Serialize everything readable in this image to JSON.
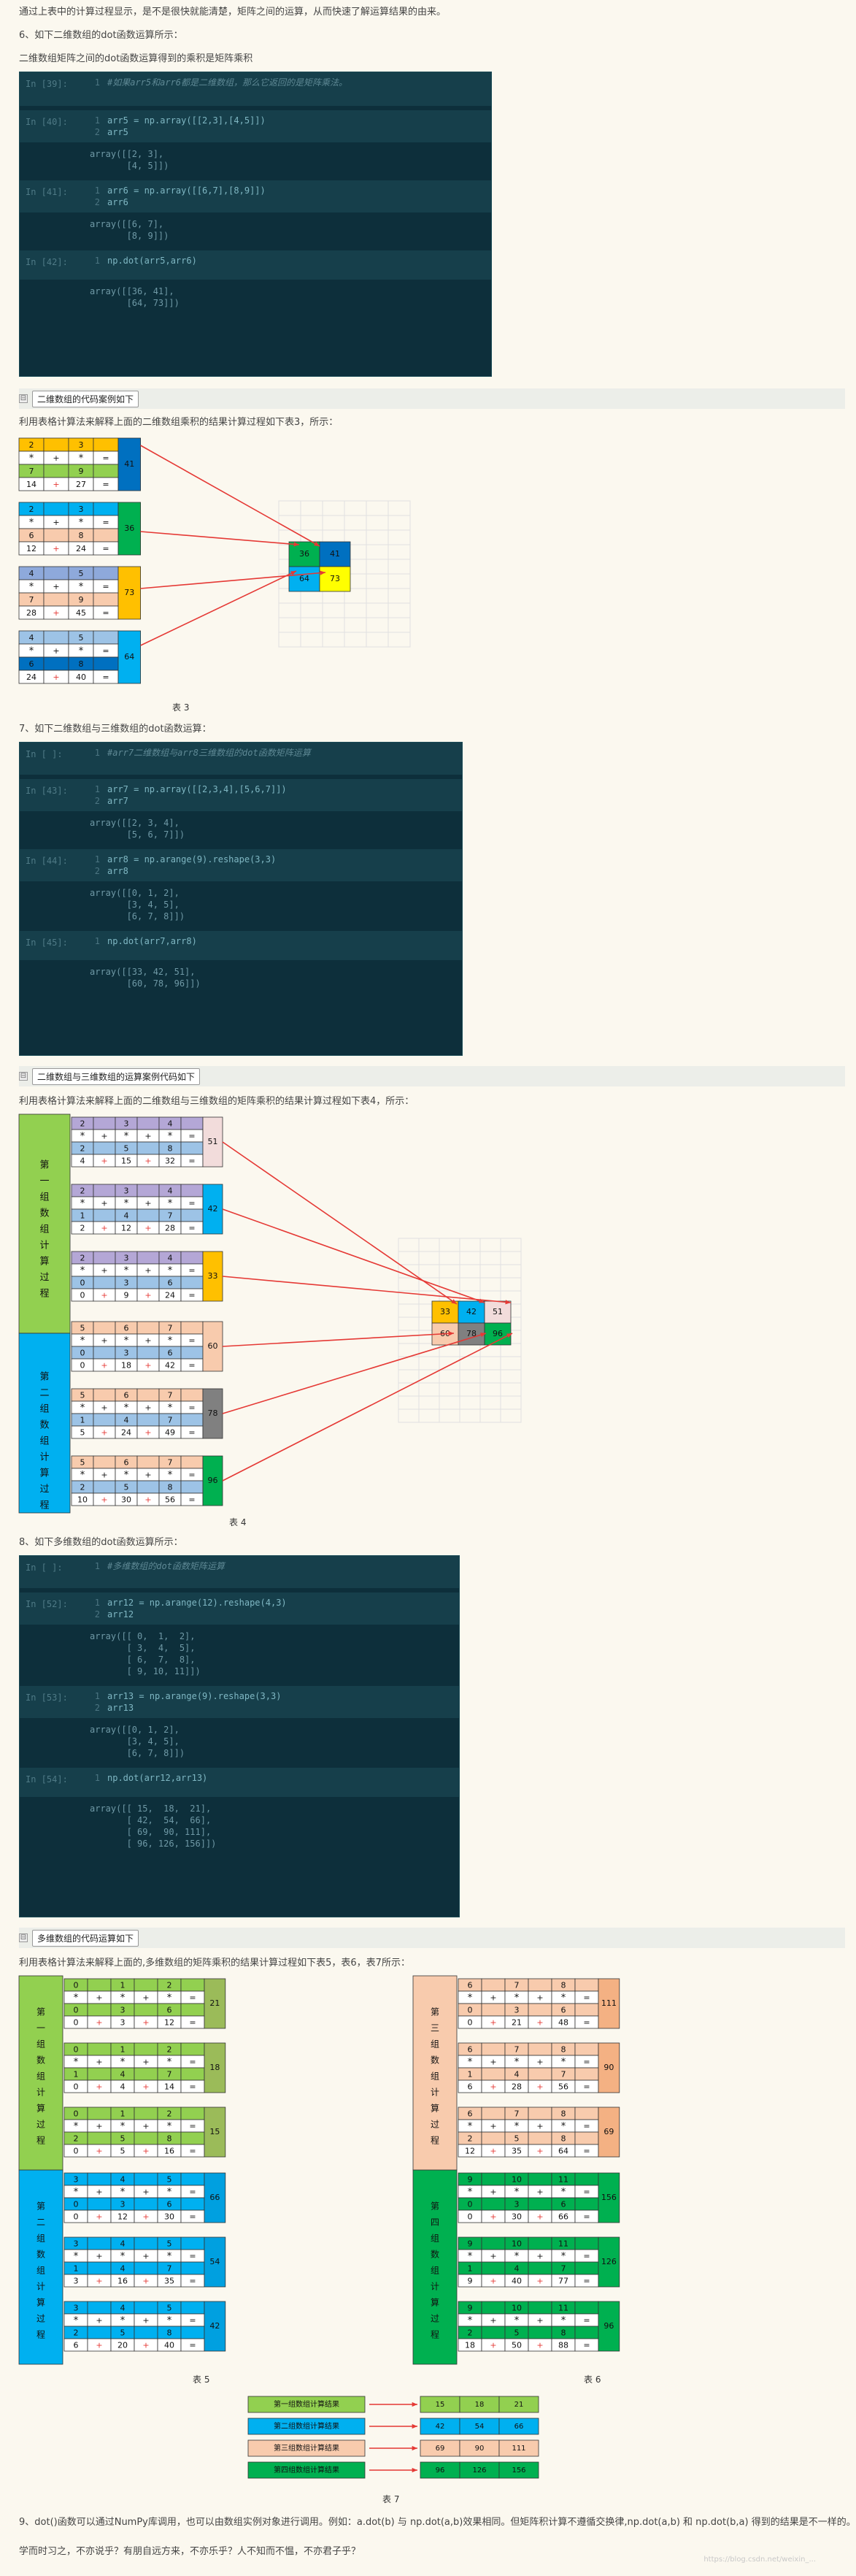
{
  "intro": "通过上表中的计算过程显示，是不是很快就能清楚，矩阵之间的运算，从而快速了解运算结果的由来。",
  "s6_title": "6、如下二维数组的dot函数运算所示：",
  "s6_sub": "二维数组矩阵之间的dot函数运算得到的乘积是矩阵乘积",
  "nb1": {
    "p1": "In [39]:",
    "c1": "#如果arr5和arr6都是二维数组，那么它返回的是矩阵乘法。",
    "p2": "In [40]:",
    "c2a": "arr5 = np.array([[2,3],[4,5]])",
    "c2b": "arr5",
    "o2": "array([[2, 3],\n       [4, 5]])",
    "p3": "In [41]:",
    "c3a": "arr6 = np.array([[6,7],[8,9]])",
    "c3b": "arr6",
    "o3": "array([[6, 7],\n       [8, 9]])",
    "p4": "In [42]:",
    "c4": "np.dot(arr5,arr6)",
    "o4": "array([[36, 41],\n       [64, 73]])"
  },
  "toggle1": "二维数组的代码案例如下",
  "tbl3_intro": "利用表格计算法来解释上面的二维数组乘积的结果计算过程如下表3，所示：",
  "tbl3_cap": "表 3",
  "s7_title": "7、如下二维数组与三维数组的dot函数运算：",
  "nb2": {
    "p1": "In [ ]:",
    "c1": "#arr7二维数组与arr8三维数组的dot函数矩阵运算",
    "p2": "In [43]:",
    "c2a": "arr7 = np.array([[2,3,4],[5,6,7]])",
    "c2b": "arr7",
    "o2": "array([[2, 3, 4],\n       [5, 6, 7]])",
    "p3": "In [44]:",
    "c3a": "arr8 = np.arange(9).reshape(3,3)",
    "c3b": "arr8",
    "o3": "array([[0, 1, 2],\n       [3, 4, 5],\n       [6, 7, 8]])",
    "p4": "In [45]:",
    "c4": "np.dot(arr7,arr8)",
    "o4": "array([[33, 42, 51],\n       [60, 78, 96]])"
  },
  "toggle2": "二维数组与三维数组的运算案例代码如下",
  "tbl4_intro": "利用表格计算法来解释上面的二维数组与三维数组的矩阵乘积的结果计算过程如下表4，所示：",
  "tbl4_cap": "表 4",
  "s8_title": "8、如下多维数组的dot函数运算所示：",
  "nb3": {
    "p1": "In [ ]:",
    "c1": "#多维数组的dot函数矩阵运算",
    "p2": "In [52]:",
    "c2a": "arr12 = np.arange(12).reshape(4,3)",
    "c2b": "arr12",
    "o2": "array([[ 0,  1,  2],\n       [ 3,  4,  5],\n       [ 6,  7,  8],\n       [ 9, 10, 11]])",
    "p3": "In [53]:",
    "c3a": "arr13 = np.arange(9).reshape(3,3)",
    "c3b": "arr13",
    "o3": "array([[0, 1, 2],\n       [3, 4, 5],\n       [6, 7, 8]])",
    "p4": "In [54]:",
    "c4": "np.dot(arr12,arr13)",
    "o4": "array([[ 15,  18,  21],\n       [ 42,  54,  66],\n       [ 69,  90, 111],\n       [ 96, 126, 156]])"
  },
  "toggle3": "多维数组的代码运算如下",
  "tbl56_intro": "利用表格计算法来解释上面的,多维数组的矩阵乘积的结果计算过程如下表5，表6，表7所示：",
  "tbl5_cap": "表 5",
  "tbl6_cap": "表 6",
  "tbl7_cap": "表 7",
  "tbl7_labels": [
    "第一组数组计算结果",
    "第二组数组计算结果",
    "第三组数组计算结果",
    "第四组数组计算结果"
  ],
  "tbl7_values": [
    [
      "15",
      "18",
      "21"
    ],
    [
      "42",
      "54",
      "66"
    ],
    [
      "69",
      "90",
      "111"
    ],
    [
      "96",
      "126",
      "156"
    ]
  ],
  "group_labels": {
    "g1": "第一组数组计算过程",
    "g2": "第二组数组计算过程",
    "g3": "第三组数组计算过程",
    "g4": "第四组数组计算过程"
  },
  "ops": {
    "mul": "*",
    "plus": "+",
    "eq": "="
  },
  "s9": "9、dot()函数可以通过NumPy库调用，也可以由数组实例对象进行调用。例如：a.dot(b) 与 np.dot(a,b)效果相同。但矩阵积计算不遵循交换律,np.dot(a,b) 和 np.dot(b,a) 得到的结果是不一样的。",
  "outro": "学而时习之，不亦说乎？有朋自远方来，不亦乐乎？人不知而不愠，不亦君子乎？",
  "watermark": "https://blog.csdn.net/weixin_...",
  "colors": {
    "nb_bg": "#0d2f3b",
    "orange": "#ffc000",
    "green": "#92d050",
    "blue": "#00b0f0",
    "dkgreen": "#00b050",
    "purple": "#b4a7d6",
    "peach": "#f8cbad",
    "lblue": "#9dc3e6",
    "gray": "#808080",
    "pink": "#f2dcdb",
    "yellow": "#ffff00",
    "red": "#e53935"
  }
}
